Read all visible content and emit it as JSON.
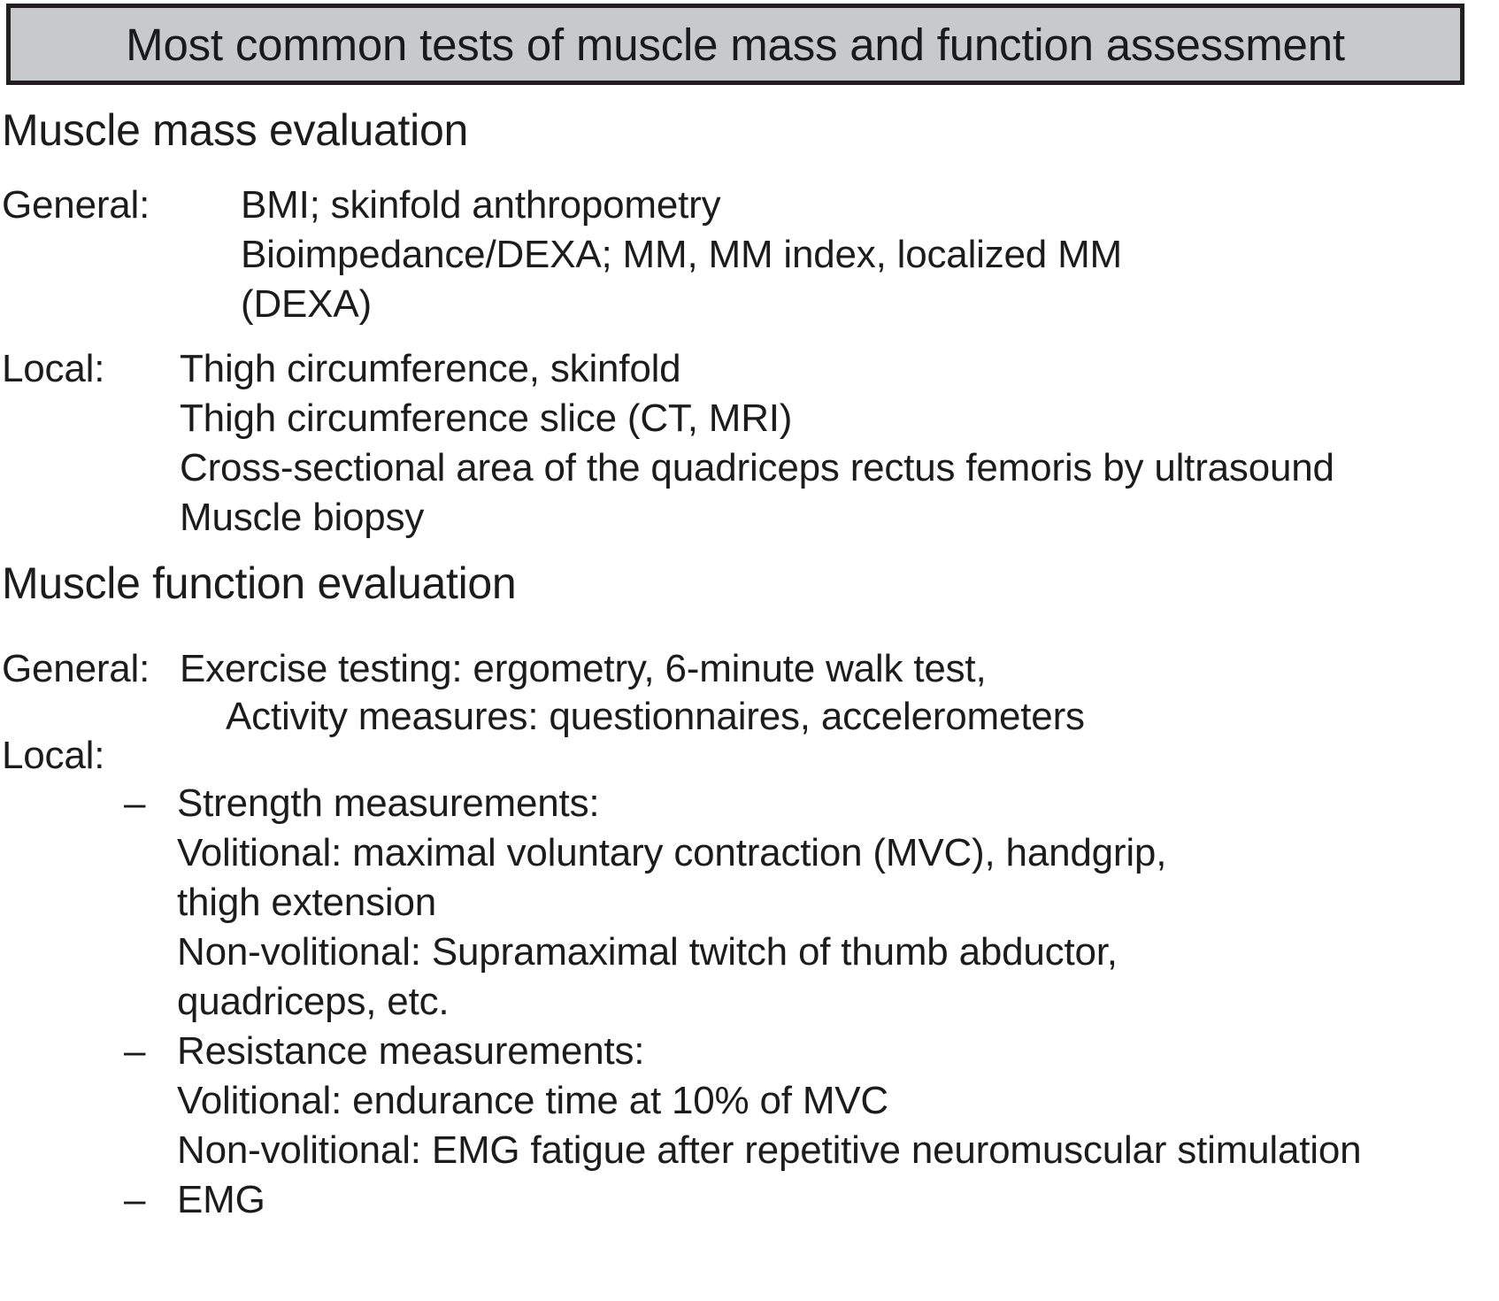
{
  "title": {
    "text": "Most common tests of muscle mass and function assessment",
    "background": "#c8c9cb",
    "border_color": "#231f20"
  },
  "sections": [
    {
      "heading": "Muscle mass evaluation",
      "groups": [
        {
          "label": "General:",
          "lines": [
            "BMI; skinfold anthropometry",
            "Bioimpedance/DEXA; MM, MM index, localized MM",
            "(DEXA)"
          ]
        },
        {
          "label": "Local:",
          "lines": [
            "Thigh circumference, skinfold",
            "Thigh circumference slice (CT, MRI)",
            "Cross-sectional area of the quadriceps rectus femoris by ultrasound",
            "Muscle biopsy"
          ]
        }
      ]
    },
    {
      "heading": "Muscle function evaluation",
      "groups": [
        {
          "label": "General:",
          "lines": [
            "Exercise testing: ergometry, 6-minute walk test,",
            "Activity measures: questionnaires, accelerometers"
          ]
        },
        {
          "label": "Local:",
          "lines": []
        }
      ],
      "bullets": [
        {
          "marker": "–",
          "text": "Strength measurements:",
          "continuation": [
            "Volitional: maximal voluntary contraction (MVC), handgrip,",
            "thigh extension",
            "Non-volitional: Supramaximal twitch of thumb abductor,",
            "quadriceps, etc."
          ]
        },
        {
          "marker": "–",
          "text": "Resistance measurements:",
          "continuation": [
            "Volitional: endurance time at 10% of MVC",
            "Non-volitional: EMG fatigue after repetitive neuromuscular stimulation"
          ]
        },
        {
          "marker": "–",
          "text": "EMG",
          "continuation": []
        }
      ]
    }
  ],
  "colors": {
    "text": "#1c1c1c",
    "page_background": "#ffffff"
  }
}
